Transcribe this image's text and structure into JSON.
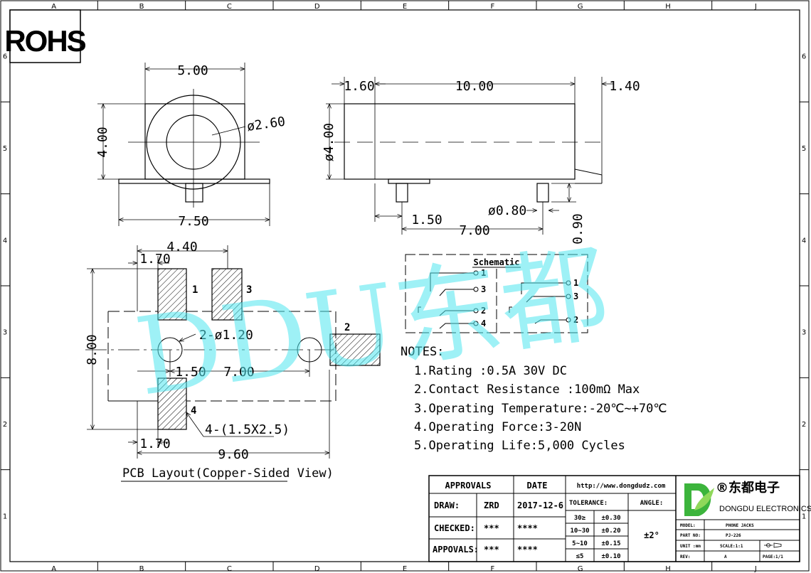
{
  "frame": {
    "columns": [
      "A",
      "B",
      "C",
      "D",
      "E",
      "F",
      "G",
      "H",
      "J"
    ],
    "rows": [
      "6",
      "5",
      "4",
      "3",
      "2",
      "1"
    ]
  },
  "rohs_label": "ROHS",
  "watermark": "DDU东都",
  "front_view": {
    "width": "5.00",
    "height": "4.00",
    "bore_diameter": "ø2.60",
    "base_width": "7.50"
  },
  "side_view": {
    "front_offset": "1.60",
    "body_length": "10.00",
    "rear_offset": "1.40",
    "diameter": "ø4.00",
    "pin_offset": "1.50",
    "pin_spacing": "7.00",
    "pin_diameter": "ø0.80",
    "pin_height": "0.90"
  },
  "pcb_layout": {
    "top_width": "4.40",
    "pad_width_top": "1.70",
    "height": "8.00",
    "hole_callout": "2-ø1.20",
    "hole_offset": "1.50",
    "hole_spacing": "7.00",
    "pad_callout": "4-(1.5X2.5)",
    "pad_width_bottom": "1.70",
    "total_width": "9.60",
    "pads": [
      "1",
      "3",
      "2",
      "4"
    ],
    "caption": "PCB Layout(Copper-Sided View)"
  },
  "schematic": {
    "title": "Schematic",
    "left_pins": [
      "1",
      "3",
      "2",
      "4"
    ],
    "right_pins": [
      "1",
      "3",
      "2"
    ]
  },
  "notes": {
    "heading": "NOTES:",
    "items": [
      "1.Rating :0.5A 30V DC",
      "2.Contact Resistance :100mΩ Max",
      "3.Operating Temperature:-20℃~+70℃",
      "4.Operating Force:3-20N",
      "5.Operating Life:5,000 Cycles"
    ]
  },
  "title_block": {
    "approvals_header": "APPROVALS",
    "date_header": "DATE",
    "website": "http://www.dongdudz.com",
    "draw_label": "DRAW:",
    "draw_name": "ZRD",
    "draw_date": "2017-12-6",
    "checked_label": "CHECKED:",
    "checked_name": "***",
    "checked_date": "****",
    "appovals_label": "APPOVALS:",
    "appovals_name": "***",
    "appovals_date": "****",
    "tolerance_header": "TOLERANCE:",
    "angle_header": "ANGLE:",
    "angle_value": "±2°",
    "tolerances": [
      {
        "range": "30≥",
        "value": "±0.30"
      },
      {
        "range": "10~30",
        "value": "±0.20"
      },
      {
        "range": "5~10",
        "value": "±0.15"
      },
      {
        "range": "≤5",
        "value": "±0.10"
      }
    ],
    "company_cn": "®东都电子",
    "company_en": "DONGDU ELECTRONICS",
    "model_label": "MODEL:",
    "model_value": "PHONE JACKS",
    "part_label": "PART NO:",
    "part_value": "PJ-226",
    "unit_label": "UNIT :mm",
    "scale_label": "SCALE:1:1",
    "rev_label": "REV:",
    "rev_value": "A",
    "page_label": "PAGE:1/1"
  },
  "colors": {
    "watermark": "#4fe6ef",
    "logo_green": "#3cb43c"
  }
}
